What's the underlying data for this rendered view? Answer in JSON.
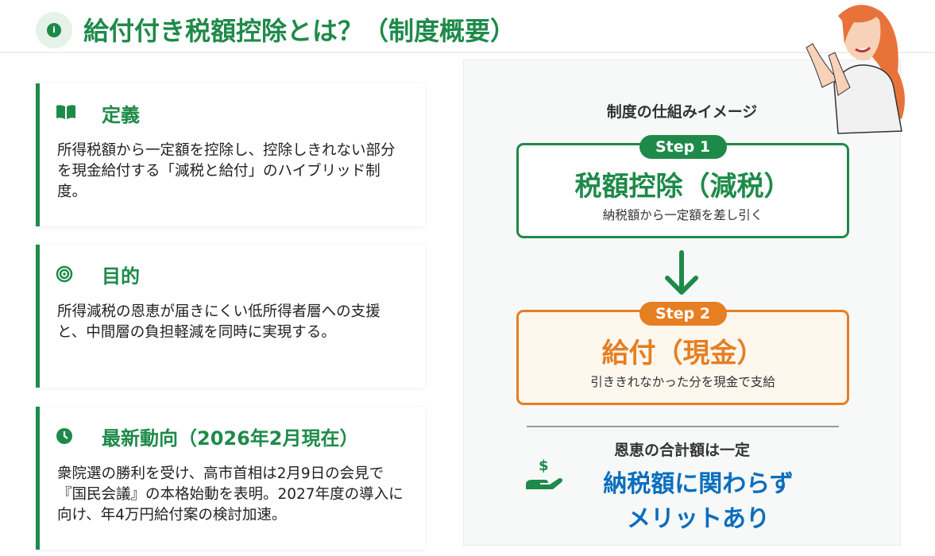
{
  "header": {
    "icon": "info-icon",
    "title": "給付付き税額控除とは？（制度概要）"
  },
  "cards": [
    {
      "icon": "book-icon",
      "title": "定義",
      "body": "所得税額から一定額を控除し、控除しきれない部分を現金給付する「減税と給付」のハイブリッド制度。"
    },
    {
      "icon": "target-icon",
      "title": "目的",
      "body": "所得減税の恩恵が届きにくい低所得者層への支援と、中間層の負担軽減を同時に実現する。"
    },
    {
      "icon": "clock-icon",
      "title": "最新動向（2026年2月現在）",
      "body": "衆院選の勝利を受け、高市首相は2月9日の会見で『国民会議』の本格始動を表明。2027年度の導入に向け、年4万円給付案の検討加速。"
    }
  ],
  "panel": {
    "title": "制度の仕組みイメージ",
    "step1": {
      "badge": "Step 1",
      "title": "税額控除（減税）",
      "desc": "納税額から一定額を差し引く"
    },
    "step2": {
      "badge": "Step 2",
      "title": "給付（現金）",
      "desc": "引ききれなかった分を現金で支給"
    },
    "summary": "恩恵の合計額は一定",
    "merit_line1": "納税額に関わらず",
    "merit_line2": "メリットあり"
  },
  "colors": {
    "green": "#1e8a4a",
    "orange": "#e67e22",
    "blue": "#0a6ebd"
  }
}
